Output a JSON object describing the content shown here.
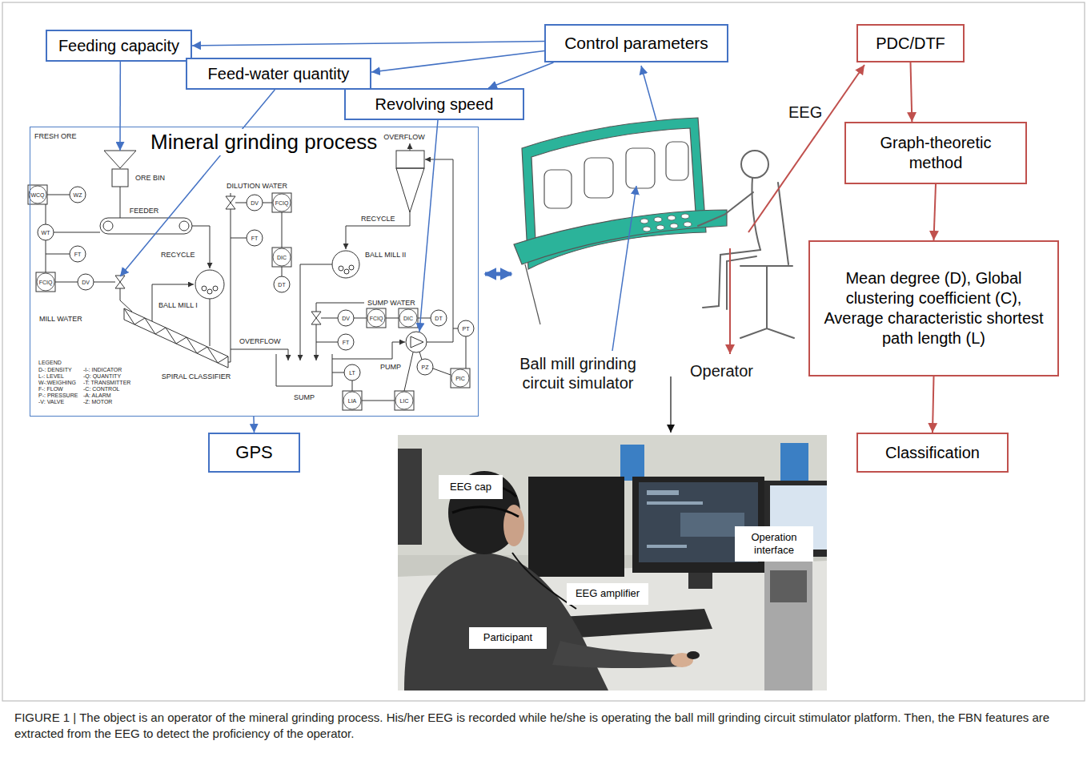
{
  "diagram": {
    "caption": "FIGURE 1 | The object is an operator of the mineral grinding process. His/her EEG is recorded while he/she is operating the ball mill grinding circuit stimulator platform. Then, the FBN features are extracted from the EEG to detect the proficiency of the operator.",
    "nodes": [
      {
        "text": [
          "Feeding capacity"
        ]
      },
      {
        "text": [
          "Control parameters"
        ]
      },
      {
        "text": [
          "PDC/DTF"
        ]
      },
      {
        "text": [
          "Feed-water quantity"
        ]
      },
      {
        "text": [
          "Revolving speed"
        ]
      },
      {
        "text": [
          "Graph-theoretic method"
        ]
      },
      {
        "text": [
          "Mineral grinding process"
        ]
      },
      {
        "text": [
          "Mean degree (D), Global clustering coefficient (C), Average characteristic shortest path length (L)"
        ]
      },
      {
        "text": [
          "Classification"
        ]
      },
      {
        "text": [
          "GPS"
        ]
      },
      {
        "text": [
          "EEG cap"
        ]
      },
      {
        "text": [
          "Operation interface"
        ]
      },
      {
        "text": [
          "EEG amplifier"
        ]
      },
      {
        "text": [
          "Participant"
        ]
      }
    ],
    "edges": [
      {
        "from": 1,
        "to": 0,
        "arrow": "to"
      },
      {
        "from": 1,
        "to": 3,
        "arrow": "to"
      },
      {
        "from": 1,
        "to": 4,
        "arrow": "to"
      },
      {
        "from": 0,
        "to": 6,
        "arrow": "to"
      },
      {
        "from": 3,
        "to": 6,
        "arrow": "to"
      },
      {
        "from": 4,
        "to": 6,
        "arrow": "to"
      },
      {
        "from": 6,
        "to": 9,
        "arrow": "to"
      },
      {
        "from": 2,
        "to": 5,
        "arrow": "to"
      },
      {
        "from": 5,
        "to": 7,
        "arrow": "to"
      },
      {
        "from": 7,
        "to": 8,
        "arrow": "to"
      }
    ],
    "labels": [
      "EEG",
      "FRESH ORE",
      "OVERFLOW",
      "ORE BIN",
      "DILUTION WATER",
      "WCQ",
      "WZ",
      "FEEDER",
      "DV",
      "FCIQ",
      "RECYCLE",
      "WT",
      "FT",
      "FT",
      "RECYCLE",
      "BALL MILL II",
      "DIC",
      "FCIQ",
      "DV",
      "DT",
      "BALL MILL I",
      "SUMP WATER",
      "MILL WATER",
      "DV",
      "FCIQ",
      "DIC",
      "DT",
      "OVERFLOW",
      "FT",
      "PT",
      "LEGEND",
      "PUMP",
      "PZ",
      "LT",
      "PIC",
      "D-: DENSITY",
      "-I-: INDICATOR",
      "L-: LEVEL",
      "-Q: QUANTITY",
      "W-:WEIGHING",
      "-T: TRANSMITTER",
      "F-: FLOW",
      "-C: CONTROL",
      "SPIRAL CLASSIFIER",
      "P-: PRESSURE",
      "-A: ALARM",
      "SUMP",
      "LIA",
      "LIC",
      "-V: VALVE",
      "-Z: MOTOR",
      "Ball mill grinding circuit simulator",
      "Operator"
    ]
  }
}
